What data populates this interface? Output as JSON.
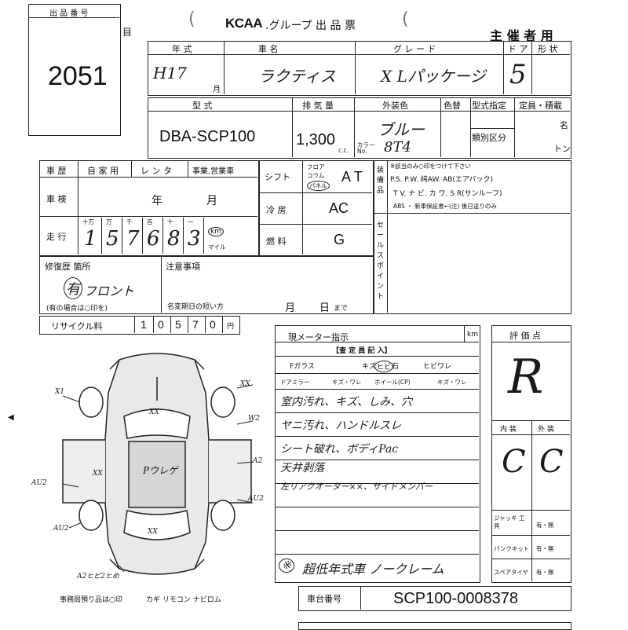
{
  "lot": {
    "label": "出 品 番 号",
    "number": "2051"
  },
  "header": {
    "brand": "KCAA",
    "title": ".グループ 出 品 票",
    "organizer": "主 催 者 用"
  },
  "row1": {
    "year_label": "年 式",
    "year": "H17",
    "month_suffix": "月",
    "name_label": "車 名",
    "name": "ラクティス",
    "grade_label": "グ レ ー ド",
    "grade": "X Lパッケージ",
    "doors_label": "ド ア",
    "doors": "5",
    "shape_label": "形 状"
  },
  "row2": {
    "model_label": "型 式",
    "model": "DBA-SCP100",
    "disp_label": "排 気 量",
    "disp": "1,300",
    "cc": "c.c.",
    "color_label": "外装色",
    "color": "ブルー",
    "color_no_label": "カラー No.",
    "color_no": "8T4",
    "coat_label": "色替",
    "spec_label": "型式指定",
    "class_label": "類別区分",
    "capacity_label": "定員・積載",
    "persons": "名",
    "tons": "トン"
  },
  "history": {
    "label": "車 歴",
    "opts": [
      "自 家 用",
      "レ ン タ",
      "事業,営業車"
    ]
  },
  "inspection": {
    "label": "車 検",
    "year": "年",
    "month": "月"
  },
  "mileage": {
    "label": "走 行",
    "units": [
      "十万",
      "万",
      "千",
      "百",
      "十",
      "一"
    ],
    "digits": [
      "1",
      "5",
      "7",
      "6",
      "8",
      "3"
    ],
    "km": "km",
    "mile": "マイル"
  },
  "shift": {
    "label": "シフト",
    "opts": [
      "フロア",
      "コラム",
      "パネル"
    ],
    "value": "A T"
  },
  "ac": {
    "label": "冷 房",
    "value": "AC"
  },
  "fuel": {
    "label": "燃 料",
    "value": "G"
  },
  "equip": {
    "label": "装備品",
    "note": "※該当のみ○印をつけて下さい",
    "line1": "P.S. P.W. 純AW. AB(エアバック)",
    "line2": "T V. ナ ビ. カ ワ. S R(サンルーフ)",
    "line3": "ABS ・ 新車保証書←(注) 後日送りのみ"
  },
  "sales_point": "セールスポイント",
  "repair": {
    "label": "修復歴 箇所",
    "status": "有",
    "note": "(有の場合は○印を)",
    "area": "フロント"
  },
  "caution": {
    "label": "注意事項",
    "name_change": "名変期日の短い方",
    "month": "月",
    "day": "日",
    "until": "まで"
  },
  "recycle": {
    "label": "リサイクル料",
    "digits": [
      "1",
      "0",
      "5",
      "7",
      "0"
    ],
    "unit": "円"
  },
  "meter": {
    "label": "現メーター指示",
    "unit": "km"
  },
  "inspector": {
    "label": "【査 定 員 記 入】",
    "glass": "Fガラス",
    "glass_opts": [
      "キズ",
      "ヒビ",
      "石",
      "ヒビワレ"
    ],
    "mirror": "ドアミラー",
    "mirror_opts": "キズ・ワレ",
    "wheel": "ホイール(CP)",
    "wheel_opts": "キズ・ワレ",
    "notes": [
      "室内汚れ、キズ、しみ、穴",
      "ヤニ汚れ、ハンドルスレ",
      "シート破れ、ボディPac",
      "天井剥落",
      "左リアクオーター××、サイドメンバー"
    ],
    "remark": "超低年式車 ノークレーム"
  },
  "grade": {
    "label": "評 価 点",
    "score": "R",
    "interior_label": "内 装",
    "exterior_label": "外 装",
    "interior": "C",
    "exterior": "C"
  },
  "tools": {
    "jack": "ジャッキ 工 具",
    "puncture": "パンクキット",
    "spare": "スペアタイヤ",
    "yn": "有・無"
  },
  "chassis": {
    "label": "車台番号",
    "value": "SCP100-0008378"
  },
  "office": {
    "label": "事務局預り品は○印",
    "items": "カギ リモコン ナビロム"
  },
  "diagram": {
    "center": "Pウレゲ",
    "marks": [
      "X1",
      "XX",
      "W2",
      "A2",
      "AU2",
      "AU2",
      "AU2",
      "XX",
      "XX",
      "XX",
      "A2ヒビ2ヒめ"
    ]
  }
}
